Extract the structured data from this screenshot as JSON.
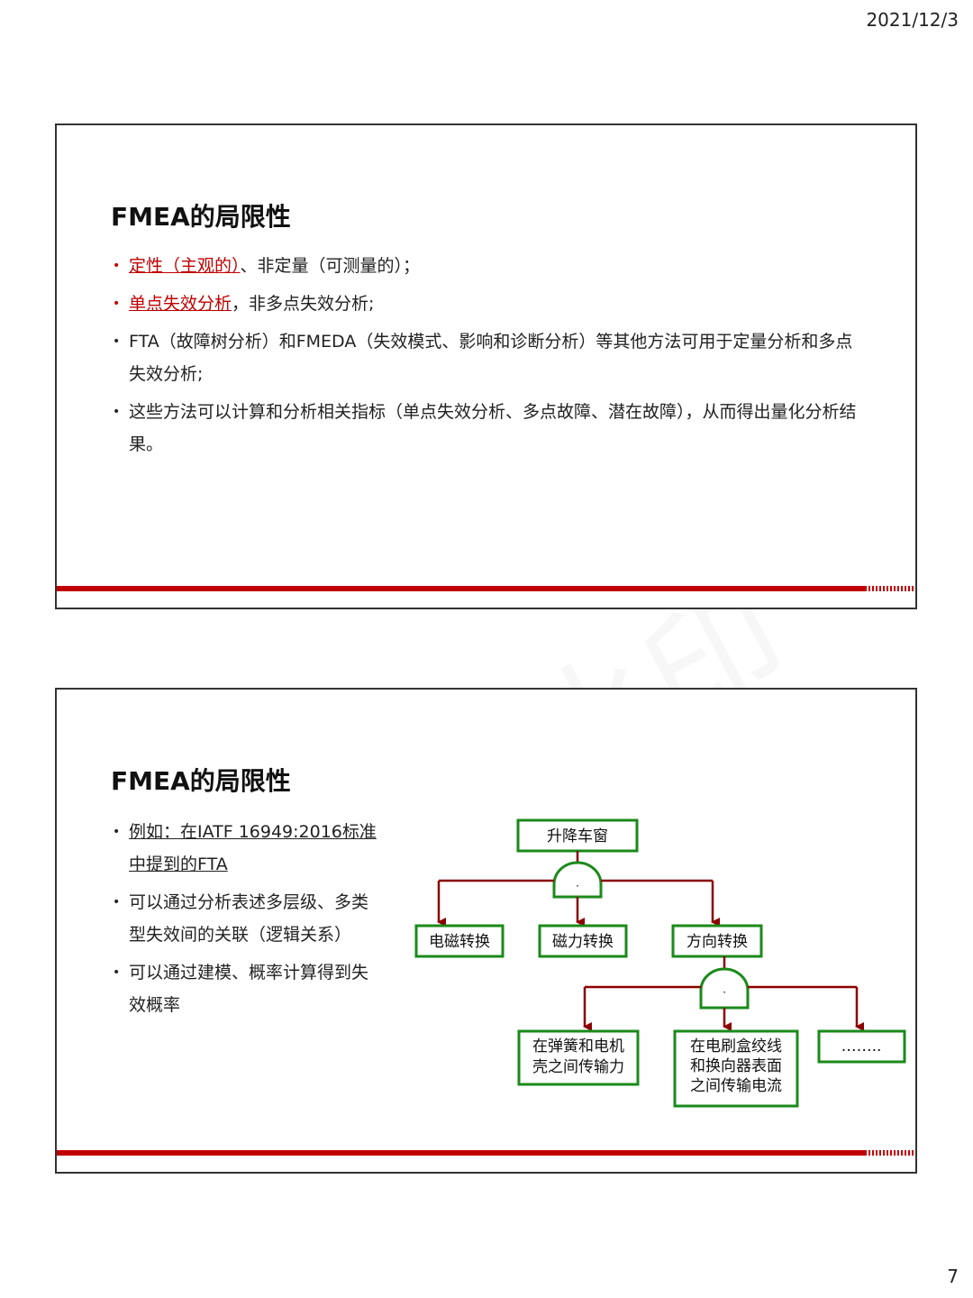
{
  "header": {
    "date": "2021/12/3"
  },
  "footer": {
    "page_number": "7"
  },
  "watermark": "试用水印",
  "slide1": {
    "title": "FMEA的局限性",
    "bullets": [
      {
        "part1": "定性（主观的）",
        "part2": "、非定量（可测量的）；"
      },
      {
        "part1": "单点失效分析",
        "part2": "，非多点失效分析;"
      },
      {
        "text": "FTA（故障树分析）和FMEDA（失效模式、影响和诊断分析）等其他方法可用于定量分析和多点失效分析;"
      },
      {
        "text": "这些方法可以计算和分析相关指标（单点失效分析、多点故障、潜在故障），从而得出量化分析结果。"
      }
    ]
  },
  "slide2": {
    "title": "FMEA的局限性",
    "bullets": [
      {
        "text": "例如：在IATF 16949:2016标准中提到的FTA"
      },
      {
        "text": "可以通过分析表述多层级、多类型失效间的关联（逻辑关系）"
      },
      {
        "text": "可以通过建模、概率计算得到失效概率"
      }
    ],
    "fta": {
      "top": "升降车窗",
      "gate_symbol": "·",
      "level2": [
        "电磁转换",
        "磁力转换",
        "方向转换"
      ],
      "level3_a": [
        "在弹簧和电机",
        "壳之间传输力"
      ],
      "level3_b": [
        "在电刷盒绞线",
        "和换向器表面",
        "之间传输电流"
      ],
      "level3_c": "……..",
      "colors": {
        "box": "#1a8a1a",
        "line": "#8b0000"
      }
    }
  }
}
